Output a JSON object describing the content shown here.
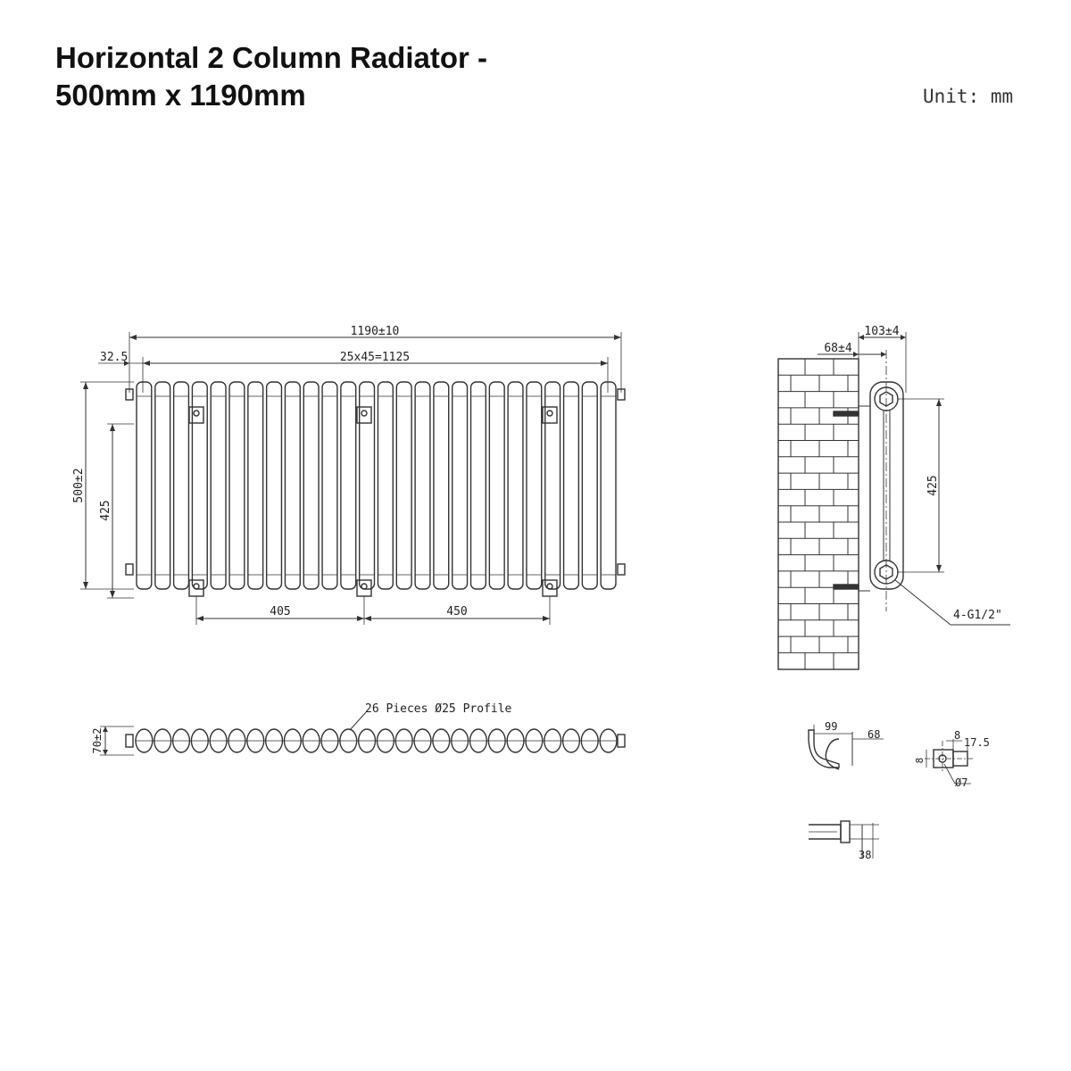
{
  "title_line1": "Horizontal 2 Column Radiator -",
  "title_line2": "500mm x 1190mm",
  "unit_label": "Unit: mm",
  "front_view": {
    "overall_width": "1190±10",
    "left_offset": "32.5",
    "pitch_span": "25x45=1125",
    "height": "500±2",
    "pipe_centres": "425",
    "bracket_gap_1": "405",
    "bracket_gap_2": "450",
    "section_count": 26
  },
  "side_view": {
    "total_depth": "103±4",
    "wall_offset": "68±4",
    "pipe_centres": "425",
    "connections": "4-G1/2\""
  },
  "top_view": {
    "depth": "70±2",
    "profile_note": "26 Pieces Ø25 Profile"
  },
  "bracket_detail": {
    "dim_a": "99",
    "dim_b": "68",
    "dim_c": "38",
    "dim_d": "8",
    "dim_e": "17.5",
    "dim_f": "8",
    "dim_g": "Ø7"
  }
}
